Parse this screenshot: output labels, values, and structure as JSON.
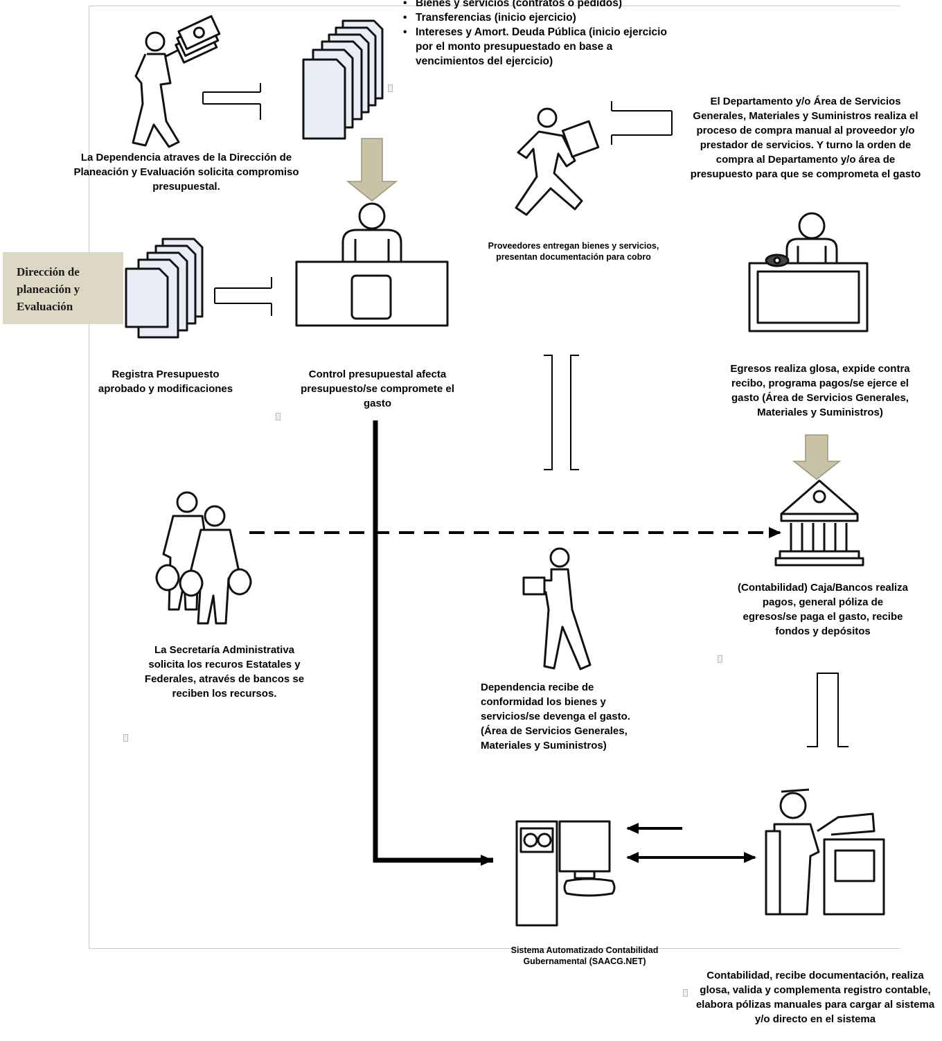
{
  "top_bullets": [
    "Bienes y servicios (contratos o pedidos)",
    "Transferencias (inicio ejercicio)",
    "Intereses y Amort. Deuda Pública (inicio ejercicio por el monto presupuestado en base a vencimientos del ejercicio)"
  ],
  "label_box": {
    "line1": "Dirección de",
    "line2": "planeación y",
    "line3": "Evaluación"
  },
  "steps": {
    "solicita_compromiso": "La Dependencia atraves de la Dirección de Planeación y Evaluación solicita compromiso presupuestal.",
    "servicios_generales": "El Departamento y/o Área de Servicios Generales, Materiales y Suministros realiza el proceso de compra manual al proveedor y/o prestador de servicios. Y turno la orden de compra al Departamento y/o área de presupuesto para que se comprometa el gasto",
    "proveedores": "Proveedores entregan bienes y servicios, presentan documentación para cobro",
    "registra_presupuesto": "Registra Presupuesto aprobado y modificaciones",
    "control_presupuestal": "Control presupuestal afecta presupuesto/se compromete el gasto",
    "egresos": "Egresos realiza glosa, expide contra recibo, programa pagos/se ejerce el gasto (Área de Servicios Generales, Materiales y Suministros)",
    "contabilidad_caja": "(Contabilidad) Caja/Bancos realiza pagos, general póliza de egresos/se paga el gasto, recibe fondos y depósitos",
    "secretaria": "La Secretaría Administrativa solicita los recuros Estatales y Federales, através de bancos se reciben los recursos.",
    "dependencia_recibe": "Dependencia recibe de conformidad los bienes y servicios/se devenga el gasto.(Área de Servicios Generales, Materiales y Suministros)",
    "sistema": "Sistema Automatizado Contabilidad Gubernamental (SAACG.NET)",
    "contabilidad_recibe": "Contabilidad, recibe documentación, realiza glosa, valida y complementa registro contable, elabora pólizas manuales  para cargar al sistema y/o directo en el sistema"
  },
  "icons": [
    "person-with-money-icon",
    "stacked-documents-icon",
    "down-arrow-icon",
    "courier-person-icon",
    "clerk-at-desk-icon",
    "receptionist-desk-icon",
    "documents-icon",
    "bank-icon",
    "people-with-money-bags-icon",
    "person-carrying-box-icon",
    "computer-icon",
    "accountant-at-computer-icon"
  ],
  "colors": {
    "label_box_bg": "#ddd8c4",
    "arrow_fill": "#c8c3a4",
    "frame": "#c8c8c8",
    "doc_fill": "#e8edf6"
  }
}
